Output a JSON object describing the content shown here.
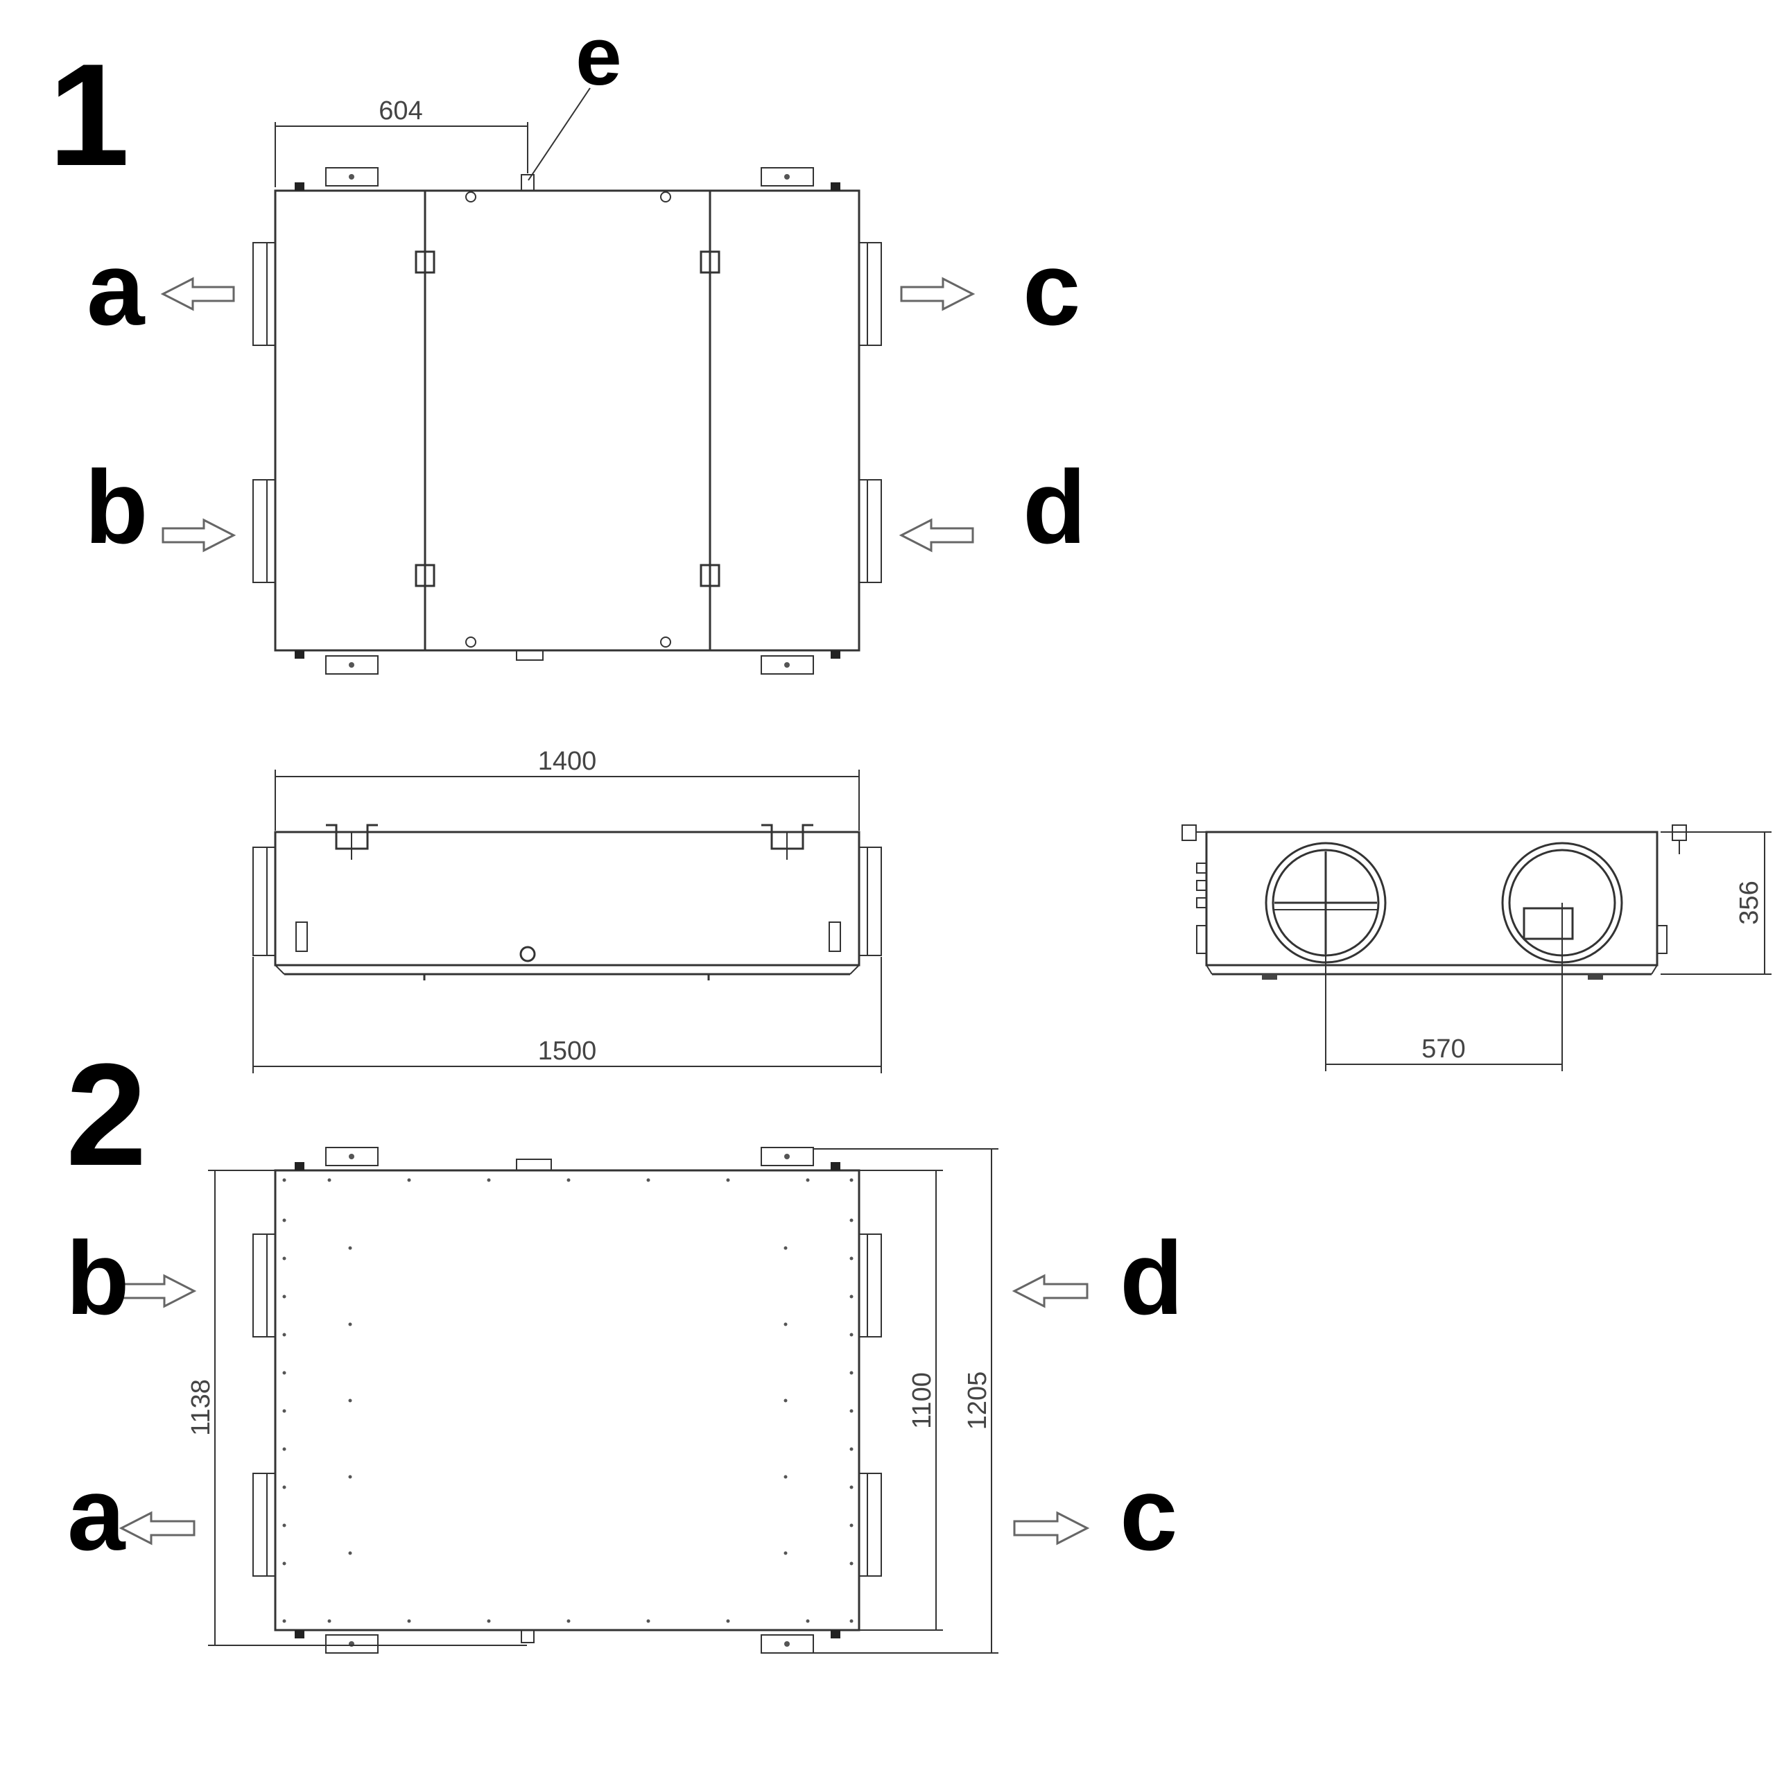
{
  "views": {
    "view1": {
      "number": "1"
    },
    "view2": {
      "number": "2"
    }
  },
  "ports": {
    "a": "a",
    "b": "b",
    "c": "c",
    "d": "d",
    "e": "e"
  },
  "dimensions": {
    "top_offset": "604",
    "front_inner_width": "1400",
    "front_outer_width": "1500",
    "side_height": "356",
    "side_spigot_spacing": "570",
    "bottom_depth_left": "1138",
    "bottom_depth_inner": "1100",
    "bottom_depth_outer": "1205"
  },
  "colors": {
    "line": "#333333",
    "arrow": "#666666",
    "label": "#000000"
  }
}
